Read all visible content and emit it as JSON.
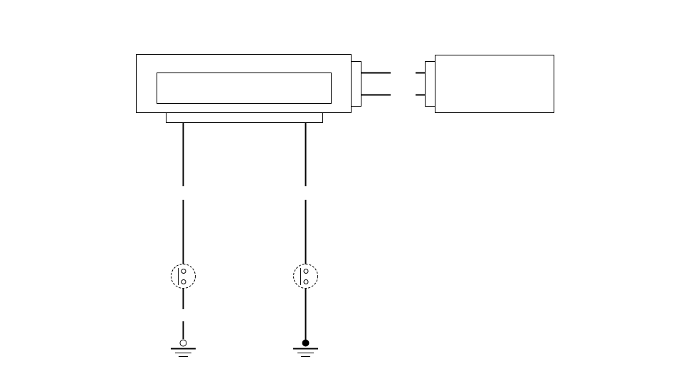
{
  "diagram": {
    "stroke_color": "#000000",
    "background_color": "#ffffff",
    "components": [
      {
        "id": "control-unit",
        "kind": "module-with-display-window"
      },
      {
        "id": "connector-male",
        "kind": "two-pin-plug"
      },
      {
        "id": "remote-unit",
        "kind": "module"
      },
      {
        "id": "connector-left",
        "kind": "round-2-pin-connector"
      },
      {
        "id": "connector-right",
        "kind": "round-2-pin-connector"
      },
      {
        "id": "ground-left",
        "kind": "ground-terminal-open"
      },
      {
        "id": "ground-right",
        "kind": "ground-terminal-filled"
      }
    ],
    "wires": [
      {
        "from": "control-unit",
        "to": "ground-left",
        "style": "broken"
      },
      {
        "from": "control-unit",
        "to": "ground-right",
        "style": "broken"
      },
      {
        "from": "connector-male",
        "to": "remote-unit",
        "style": "gap"
      }
    ]
  }
}
